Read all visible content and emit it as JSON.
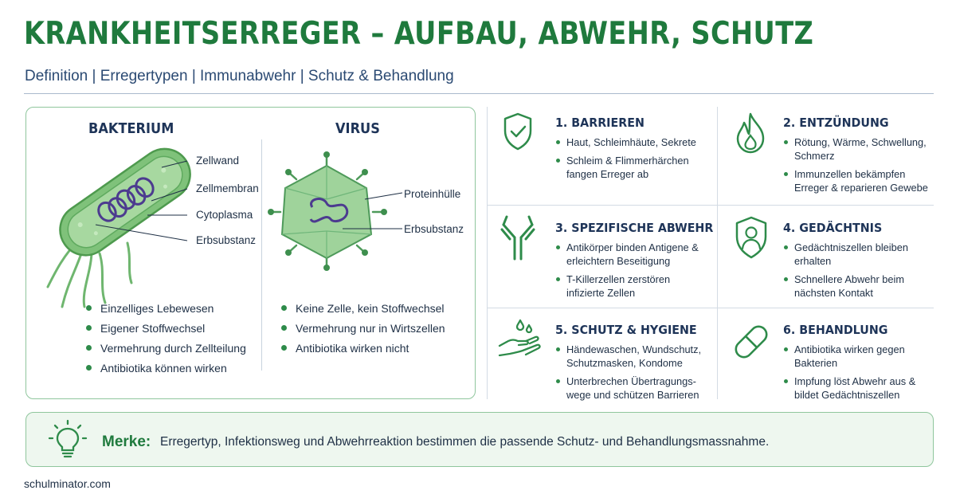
{
  "header": {
    "title": "KRANKHEITSERREGER – AUFBAU, ABWEHR, SCHUTZ",
    "subtitle": "Definition | Erregertypen | Immunabwehr | Schutz & Behandlung"
  },
  "pathogens": {
    "bacterium": {
      "title": "BAKTERIUM",
      "labels": [
        "Zellwand",
        "Zellmembran",
        "Cytoplasma",
        "Erbsubstanz"
      ],
      "bullets": [
        "Einzelliges Lebewesen",
        "Eigener Stoffwechsel",
        "Vermehrung durch Zellteilung",
        "Antibiotika können wirken"
      ]
    },
    "virus": {
      "title": "VIRUS",
      "labels": [
        "Proteinhülle",
        "Erbsubstanz"
      ],
      "bullets": [
        "Keine Zelle, kein Stoffwechsel",
        "Vermehrung nur in Wirtszellen",
        "Antibiotika wirken nicht"
      ]
    }
  },
  "steps": [
    {
      "title": "1. BARRIEREN",
      "icon": "shield-check-icon",
      "bullets": [
        "Haut, Schleimhäute, Sekrete",
        "Schleim & Flimmerhärchen fangen Erreger ab"
      ]
    },
    {
      "title": "2. ENTZÜNDUNG",
      "icon": "flame-icon",
      "bullets": [
        "Rötung, Wärme, Schwellung, Schmerz",
        "Immunzellen bekämpfen Erreger & reparieren Gewebe"
      ]
    },
    {
      "title": "3. SPEZIFISCHE ABWEHR",
      "icon": "antibody-icon",
      "bullets": [
        "Antikörper binden Antigene & erleichtern Beseitigung",
        "T-Killerzellen zerstören infizierte Zellen"
      ]
    },
    {
      "title": "4. GEDÄCHTNIS",
      "icon": "shield-person-icon",
      "bullets": [
        "Gedächtniszellen bleiben erhalten",
        "Schnellere Abwehr beim nächsten Kontakt"
      ]
    },
    {
      "title": "5. SCHUTZ & HYGIENE",
      "icon": "hand-wash-icon",
      "bullets": [
        "Händewaschen, Wundschutz, Schutzmasken, Kondome",
        "Unterbrechen Übertragungs-wege und schützen Barrieren"
      ]
    },
    {
      "title": "6. BEHANDLUNG",
      "icon": "pill-icon",
      "bullets": [
        "Antibiotika wirken gegen Bakterien",
        "Impfung löst Abwehr aus & bildet Gedächtniszellen"
      ]
    }
  ],
  "merke": {
    "label": "Merke:",
    "text": "Erregertyp, Infektionsweg und Abwehrreaktion bestimmen die passende Schutz- und Behandlungsmassnahme.",
    "icon": "lightbulb-icon"
  },
  "footer": {
    "source": "schulminator.com"
  },
  "colors": {
    "brand_green": "#1f7a3d",
    "navy": "#1e3458",
    "accent_green": "#2e8b4a"
  }
}
